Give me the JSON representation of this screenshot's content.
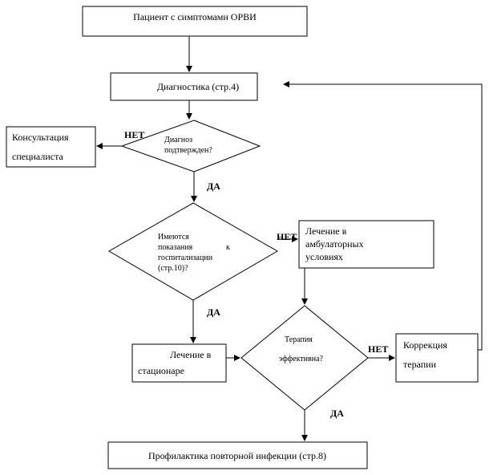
{
  "nodes": {
    "patient": "Пациент с симптомами ОРВИ",
    "diagnostics": "Диагностика (стр.4)",
    "consult_line1": "Консультация",
    "consult_line2": "специалиста",
    "diag_confirmed_line1": "Диагноз",
    "diag_confirmed_line2": "подтвержден?",
    "hosp_line1": "Имеются",
    "hosp_line2a": "показания",
    "hosp_line2b": "к",
    "hosp_line3": "госпитализации",
    "hosp_line4": "(стр.10)?",
    "outpatient_line1": "Лечение в",
    "outpatient_line2": "амбулаторных",
    "outpatient_line3": "условиях",
    "inpatient_line1": "Лечение в",
    "inpatient_line2": "стационаре",
    "therapy_line1": "Терапия",
    "therapy_line2": "эффективна?",
    "correction_line1": "Коррекция",
    "correction_line2": "терапии",
    "prevention": "Профилактика повторной инфекции (стр.8)"
  },
  "labels": {
    "no_1": "НЕТ",
    "yes_1": "ДА",
    "no_2": "НЕТ",
    "yes_2": "ДА",
    "no_3": "НЕТ",
    "yes_3": "ДА"
  }
}
